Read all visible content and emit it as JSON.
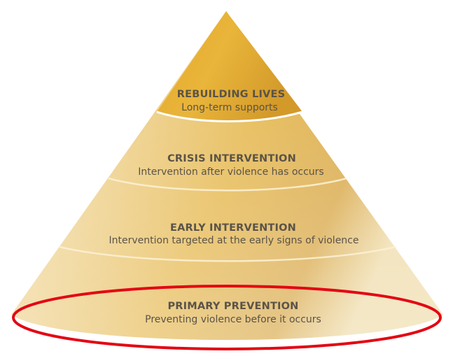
{
  "tiers": [
    {
      "title": "REBUILDING LIVES",
      "subtitle": "Long-term supports"
    },
    {
      "title": "CRISIS INTERVENTION",
      "subtitle": "Intervention after violence has occurs"
    },
    {
      "title": "EARLY INTERVENTION",
      "subtitle": "Intervention targeted at the early signs of violence"
    },
    {
      "title": "PRIMARY PREVENTION",
      "subtitle": "Preventing violence before it occurs",
      "highlighted": true
    }
  ],
  "colors": {
    "gold_top": "#e0a82a",
    "gold_mid": "#ecc765",
    "gold_bottom": "#f6e6bd",
    "text": "#5a5348",
    "highlight": "#e30613",
    "separator": "#ffffff"
  }
}
